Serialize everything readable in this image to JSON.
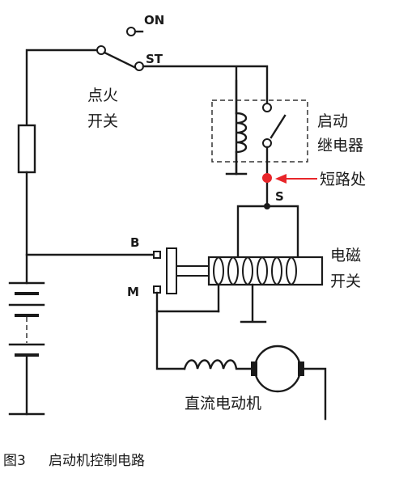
{
  "labels": {
    "on": "ON",
    "st": "ST",
    "ignition_switch_line1": "点火",
    "ignition_switch_line2": "开关",
    "start_relay_line1": "启动",
    "start_relay_line2": "继电器",
    "short_circuit": "短路处",
    "s_terminal": "S",
    "b_terminal": "B",
    "m_terminal": "M",
    "solenoid_line1": "电磁",
    "solenoid_line2": "开关",
    "dc_motor": "直流电动机"
  },
  "caption": {
    "figure_number": "图3",
    "title": "启动机控制电路"
  },
  "colors": {
    "line": "#1a1a1a",
    "short_point": "#e8262a",
    "arrow": "#e8262a",
    "background": "#ffffff"
  }
}
